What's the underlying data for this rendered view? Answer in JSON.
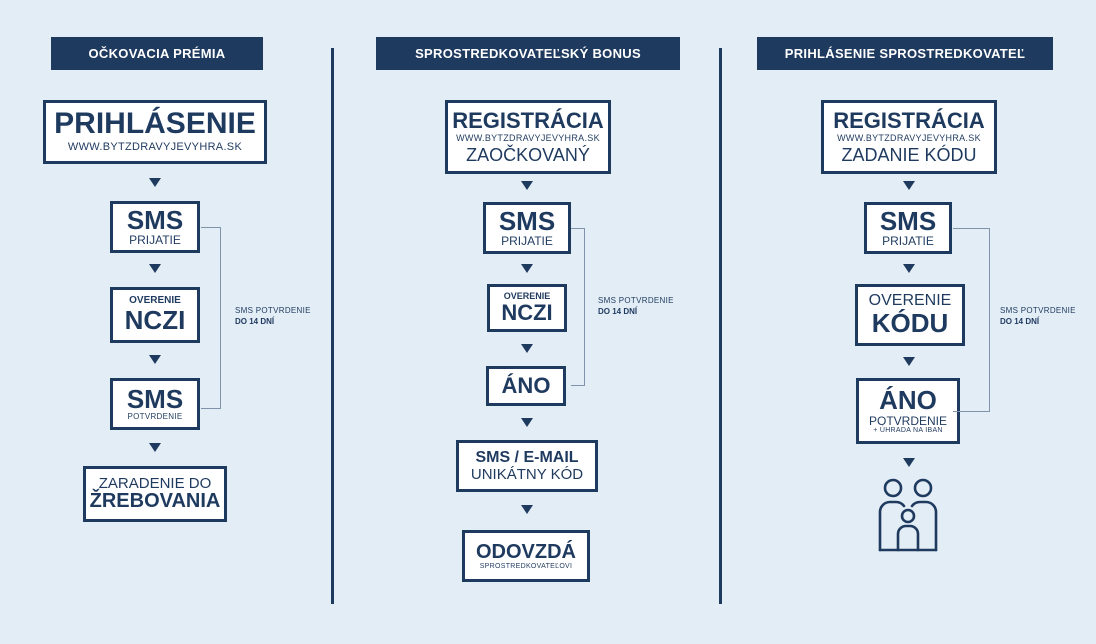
{
  "columns": [
    {
      "header": "OČKOVACIA PRÉMIA",
      "steps": [
        {
          "title": "PRIHLÁSENIE",
          "url": "WWW.BYTZDRAVYJEVYHRA.SK"
        },
        {
          "title": "SMS",
          "sub": "PRIJATIE"
        },
        {
          "pre": "OVERENIE",
          "title": "NCZI"
        },
        {
          "title": "SMS",
          "sub": "POTVRDENIE"
        },
        {
          "line1": "ZARADENIE DO",
          "line2": "ŽREBOVANIA"
        }
      ],
      "note": {
        "line1": "SMS POTVRDENIE",
        "line2": "DO 14 DNÍ"
      }
    },
    {
      "header": "SPROSTREDKOVATEĽSKÝ BONUS",
      "steps": [
        {
          "title": "REGISTRÁCIA",
          "url": "WWW.BYTZDRAVYJEVYHRA.SK",
          "sub": "ZAOČKOVANÝ"
        },
        {
          "title": "SMS",
          "sub": "PRIJATIE"
        },
        {
          "pre": "OVERENIE",
          "title": "NCZI"
        },
        {
          "title": "ÁNO"
        },
        {
          "title": "SMS / E-MAIL",
          "sub": "UNIKÁTNY KÓD"
        },
        {
          "title": "ODOVZDÁ",
          "sub": "SPROSTREDKOVATEĽOVI"
        }
      ],
      "note": {
        "line1": "SMS POTVRDENIE",
        "line2": "DO 14 DNÍ"
      }
    },
    {
      "header": "PRIHLÁSENIE SPROSTREDKOVATEĽ",
      "steps": [
        {
          "title": "REGISTRÁCIA",
          "url": "WWW.BYTZDRAVYJEVYHRA.SK",
          "sub": "ZADANIE KÓDU"
        },
        {
          "title": "SMS",
          "sub": "PRIJATIE"
        },
        {
          "pre": "OVERENIE",
          "title": "KÓDU"
        },
        {
          "title": "ÁNO",
          "sub": "POTVRDENIE",
          "sub2": "+ ÚHRADA NA IBAN"
        }
      ],
      "note": {
        "line1": "SMS POTVRDENIE",
        "line2": "DO 14 DNÍ"
      },
      "final_icon": "family-icon"
    }
  ],
  "colors": {
    "navy": "#1f3a5f",
    "background": "#e3edf6",
    "bracket": "#7f93ab"
  }
}
